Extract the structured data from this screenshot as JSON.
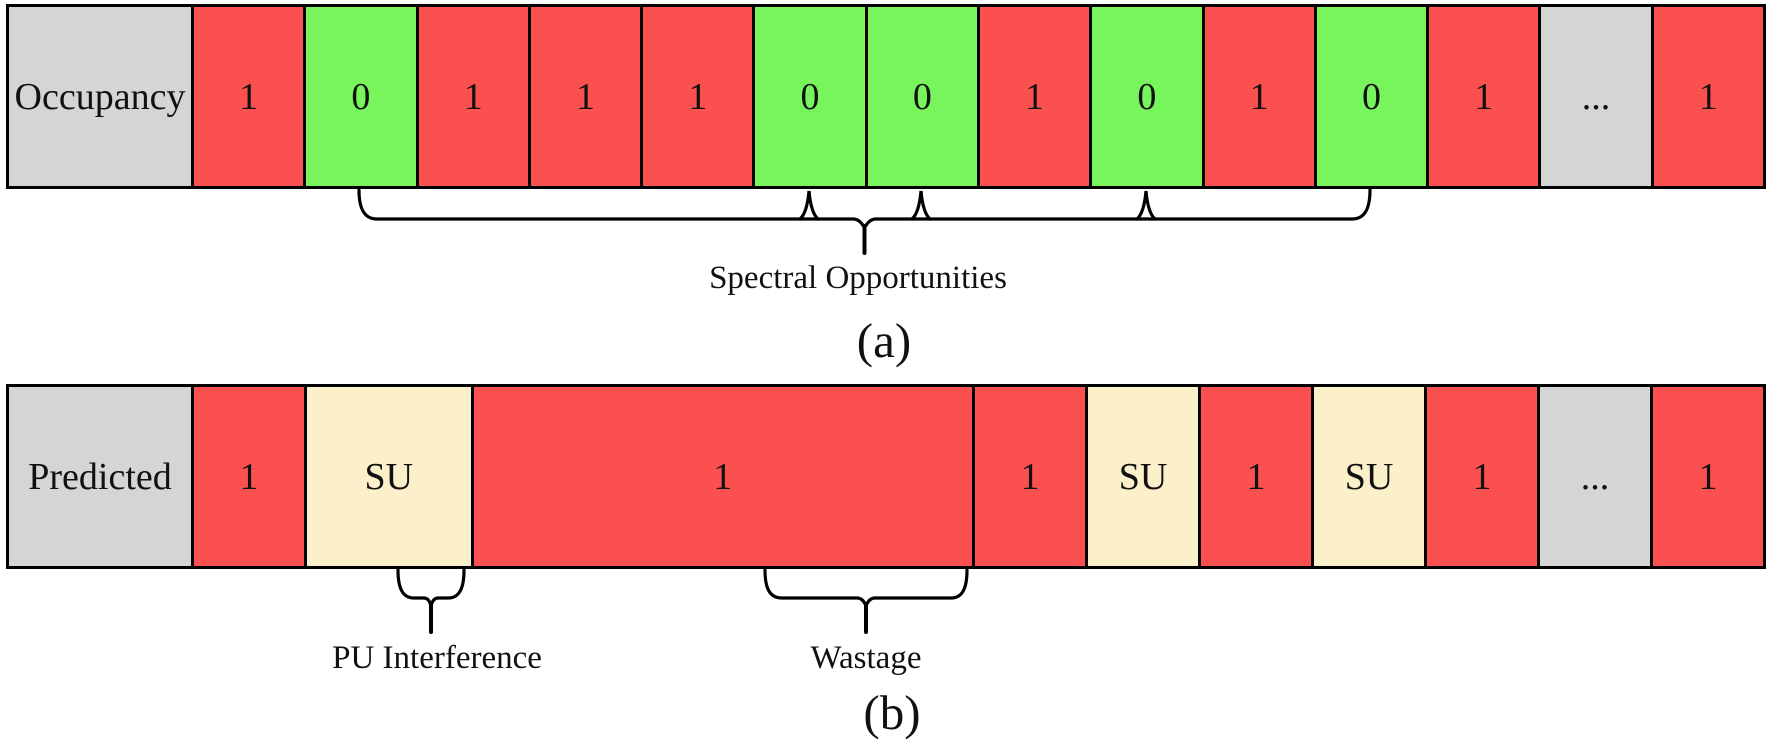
{
  "figure": {
    "colors": {
      "occupied": "#FA5050",
      "free": "#78F55C",
      "neutral": "#D5D5D5",
      "su": "#FBF0CA",
      "border": "#000000"
    },
    "rows": [
      {
        "name": "occupancy",
        "label": "Occupancy",
        "cells": [
          {
            "text": "1",
            "type": "occupied",
            "span": 1
          },
          {
            "text": "0",
            "type": "free",
            "span": 1
          },
          {
            "text": "1",
            "type": "occupied",
            "span": 1
          },
          {
            "text": "1",
            "type": "occupied",
            "span": 1
          },
          {
            "text": "1",
            "type": "occupied",
            "span": 1
          },
          {
            "text": "0",
            "type": "free",
            "span": 1
          },
          {
            "text": "0",
            "type": "free",
            "span": 1
          },
          {
            "text": "1",
            "type": "occupied",
            "span": 1
          },
          {
            "text": "0",
            "type": "free",
            "span": 1
          },
          {
            "text": "1",
            "type": "occupied",
            "span": 1
          },
          {
            "text": "0",
            "type": "free",
            "span": 1
          },
          {
            "text": "1",
            "type": "occupied",
            "span": 1
          },
          {
            "text": "...",
            "type": "neutral",
            "span": 1
          },
          {
            "text": "1",
            "type": "occupied",
            "span": 1
          }
        ]
      },
      {
        "name": "predicted",
        "label": "Predicted",
        "cells": [
          {
            "text": "1",
            "type": "occupied",
            "span": 1
          },
          {
            "text": "SU",
            "type": "su",
            "span": 1.487
          },
          {
            "text": "1",
            "type": "occupied",
            "span": 4.532
          },
          {
            "text": "1",
            "type": "occupied",
            "span": 1
          },
          {
            "text": "SU",
            "type": "su",
            "span": 1
          },
          {
            "text": "1",
            "type": "occupied",
            "span": 1
          },
          {
            "text": "SU",
            "type": "su",
            "span": 1
          },
          {
            "text": "1",
            "type": "occupied",
            "span": 1
          },
          {
            "text": "...",
            "type": "neutral",
            "span": 1
          },
          {
            "text": "1",
            "type": "occupied",
            "span": 1
          }
        ]
      }
    ],
    "annotations": {
      "spectral_opportunities": "Spectral Opportunities",
      "pu_interference": "PU Interference",
      "wastage": "Wastage",
      "subfigure_a": "(a)",
      "subfigure_b": "(b)"
    }
  }
}
